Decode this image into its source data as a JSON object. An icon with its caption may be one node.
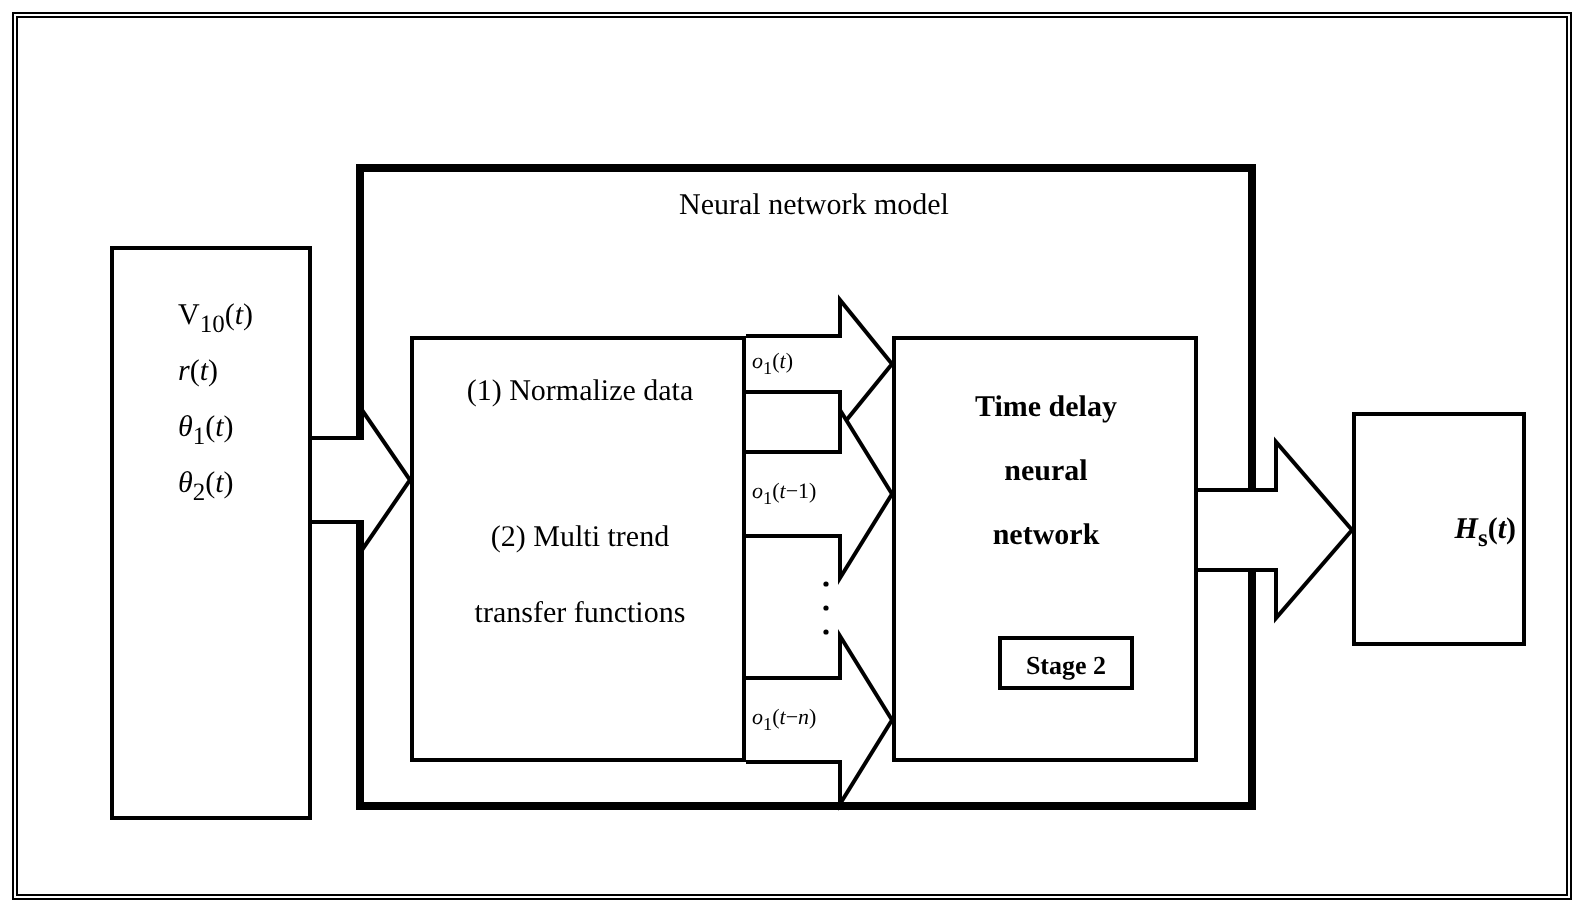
{
  "diagram": {
    "nodes": [
      {
        "text": [
          "Neural network model"
        ]
      },
      {
        "text": [
          "V$_{10}$(*t*)",
          "*r*(*t*)",
          "*θ*$_{1}$(*t*)",
          "*θ*$_{2}$(*t*)"
        ]
      },
      {
        "text": [
          "(1) Normalize data",
          "(2) Multi trend transfer functions"
        ],
        "in": 0
      },
      {
        "text": [
          "Time delay neural network"
        ],
        "in": 0
      },
      {
        "text": [
          "Stage 2"
        ],
        "in": 3
      },
      {
        "text": [
          "*H*$_{s}$(*t*)"
        ]
      }
    ],
    "edges": [
      {
        "from": 1,
        "to": 2,
        "arrow": "to"
      },
      {
        "from": 2,
        "to": 3,
        "arrow": "to",
        "label": "*o*$_{1}$(*t*)"
      },
      {
        "from": 2,
        "to": 3,
        "arrow": "to",
        "label": "*o*$_{1}$(*t*−1)"
      },
      {
        "from": 2,
        "to": 3,
        "arrow": "to",
        "label": "*o*$_{1}$(*t*−*n*)"
      },
      {
        "from": 3,
        "to": 5,
        "arrow": "to"
      }
    ]
  }
}
